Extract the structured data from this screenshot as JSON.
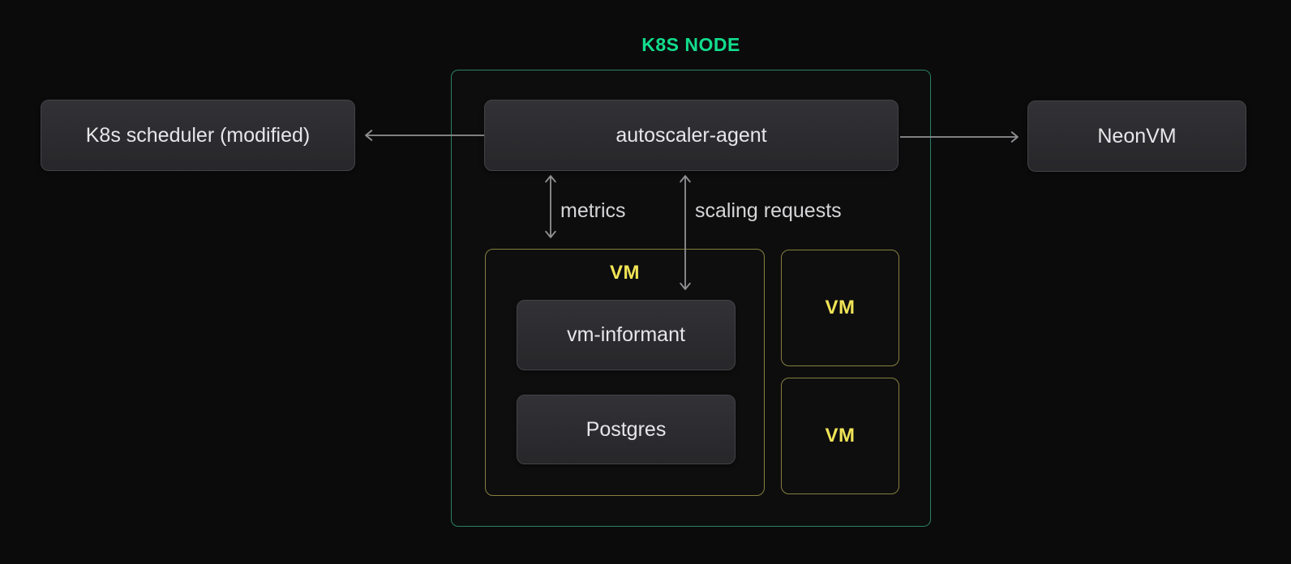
{
  "diagram": {
    "title": "K8S NODE",
    "external": {
      "scheduler_label": "K8s scheduler (modified)",
      "neonvm_label": "NeonVM"
    },
    "node": {
      "agent_label": "autoscaler-agent",
      "edges": {
        "metrics_label": "metrics",
        "scaling_label": "scaling requests"
      },
      "main_vm": {
        "label": "VM",
        "children": [
          "vm-informant",
          "Postgres"
        ]
      },
      "other_vms": [
        {
          "label": "VM"
        },
        {
          "label": "VM"
        }
      ]
    }
  },
  "colors": {
    "bg": "#0b0b0c",
    "accent-green": "#12dd8d",
    "border-green": "#2b8163",
    "accent-yellow": "#f0e456",
    "border-yellow": "#86803e",
    "arrow-gray": "#919193",
    "label-gray": "#d6d6d8",
    "box-text": "#e7e7e9"
  }
}
